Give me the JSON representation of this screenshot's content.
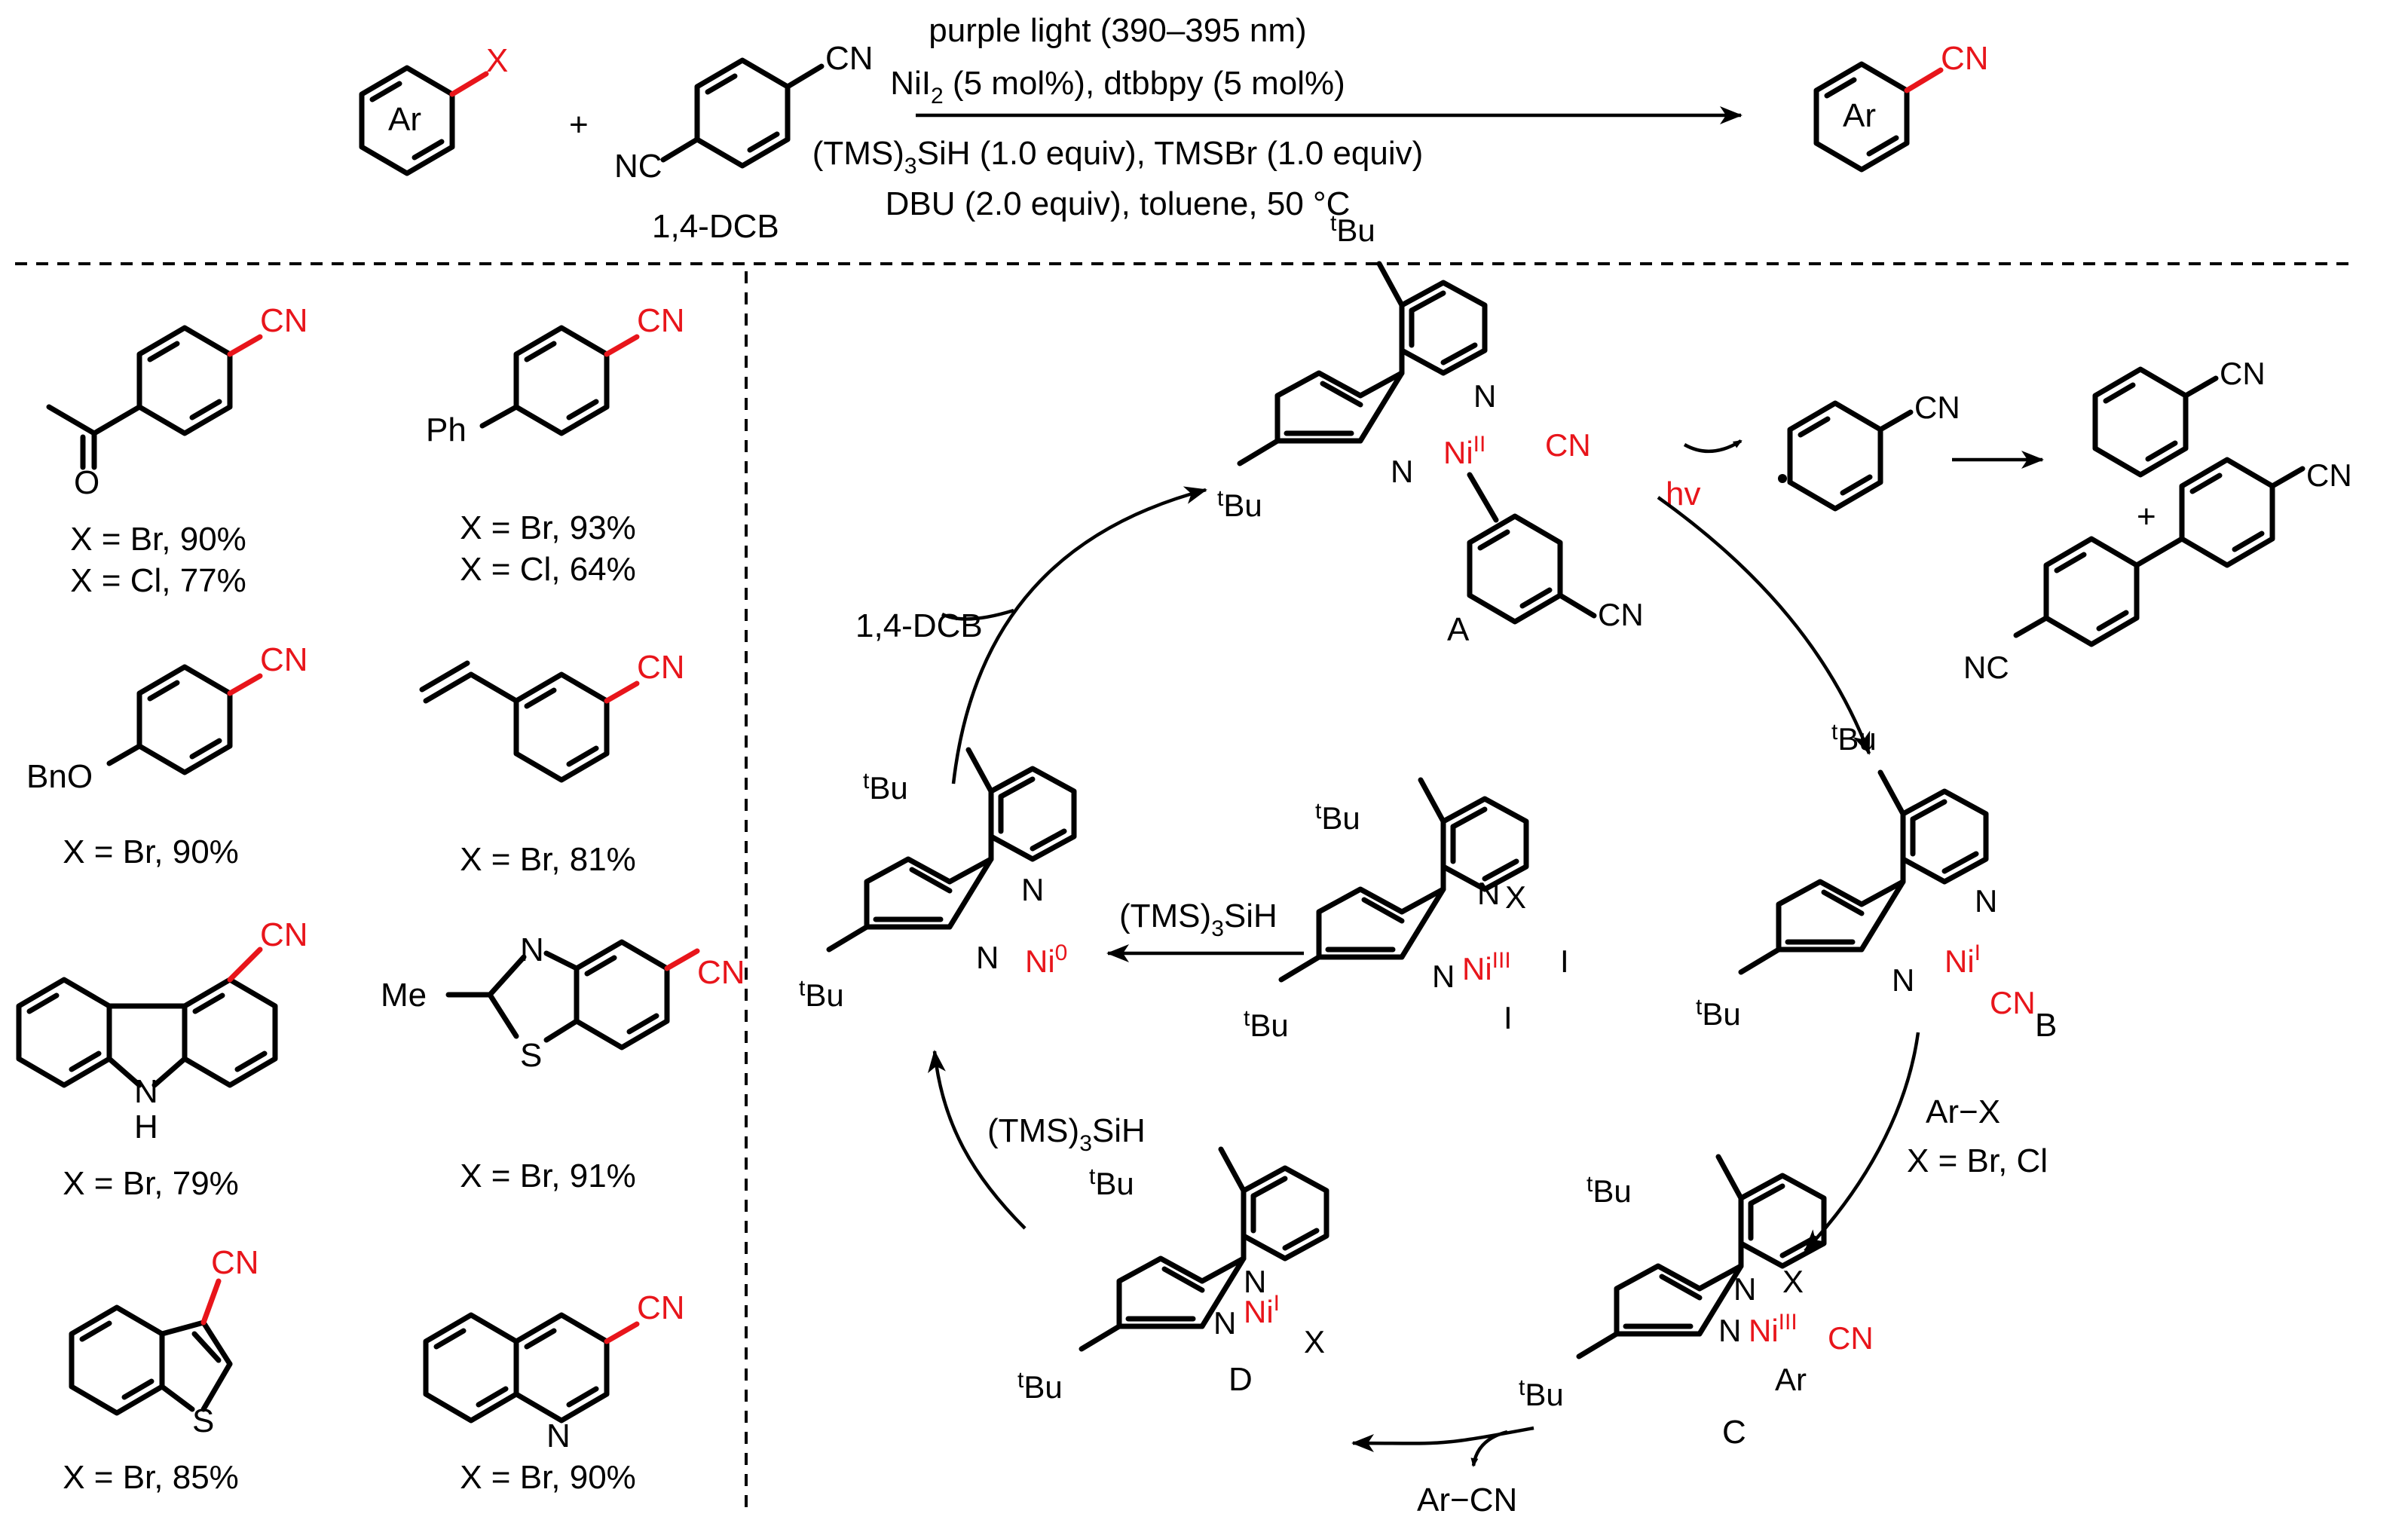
{
  "colors": {
    "highlight": "#e8151b",
    "ink": "#000000",
    "background": "#ffffff"
  },
  "reaction": {
    "reactant_ring": "Ar",
    "reactant_x": "X",
    "plus": "+",
    "reagent_cn": "CN",
    "reagent_nc": "NC",
    "reagent_name": "1,4-DCB",
    "product_ring": "Ar",
    "product_cn": "CN",
    "conditions": {
      "line1": "purple light (390–395 nm)",
      "line2_a": "NiI",
      "line2_sub": "2",
      "line2_b": " (5 mol%), dtbbpy (5 mol%)",
      "line3_a": "(TMS)",
      "line3_sub": "3",
      "line3_b": "SiH (1.0 equiv), TMSBr (1.0 equiv)",
      "line4": "DBU (2.0 equiv), toluene, 50 °C"
    }
  },
  "scope": [
    {
      "sub": "O",
      "cn": "CN",
      "yield1": "X = Br, 90%",
      "yield2": "X = Cl, 77%"
    },
    {
      "sub": "Ph",
      "cn": "CN",
      "yield1": "X = Br, 93%",
      "yield2": "X = Cl, 64%"
    },
    {
      "sub": "BnO",
      "cn": "CN",
      "yield1": "X = Br, 90%"
    },
    {
      "cn": "CN",
      "yield1": "X = Br, 81%"
    },
    {
      "sub": "H",
      "subN": "N",
      "cn": "CN",
      "yield1": "X = Br, 79%"
    },
    {
      "sub": "Me",
      "n": "N",
      "s": "S",
      "cn": "CN",
      "yield1": "X = Br, 91%"
    },
    {
      "s": "S",
      "cn": "CN",
      "yield1": "X = Br, 85%"
    },
    {
      "n": "N",
      "cn": "CN",
      "yield1": "X = Br, 90%"
    }
  ],
  "cycle": {
    "tBu_t": "t",
    "tBu_bu": "Bu",
    "n": "N",
    "ni": "Ni",
    "A": {
      "label": "A",
      "ox": "II",
      "cn": "CN",
      "aryl_cn": "CN"
    },
    "B": {
      "label": "B",
      "ox": "I",
      "cn": "CN"
    },
    "C": {
      "label": "C",
      "ox": "III",
      "x": "X",
      "cn": "CN",
      "ar": "Ar"
    },
    "D": {
      "label": "D",
      "ox": "I",
      "x": "X"
    },
    "Ni0": {
      "ox": "0"
    },
    "NiIII": {
      "ox": "III",
      "x": "X",
      "i1": "I",
      "i2": "I"
    },
    "hv": "hv",
    "radical_cn": "CN",
    "benzonitrile_cn": "CN",
    "plus": "+",
    "biaryl_cn": "CN",
    "biaryl_nc": "NC",
    "dcb": "1,4-DCB",
    "arx_1": "Ar−X",
    "arx_2": "X = Br, Cl",
    "arcn": "Ar−CN",
    "tms_a": "(TMS)",
    "tms_sub": "3",
    "tms_b": "SiH"
  }
}
